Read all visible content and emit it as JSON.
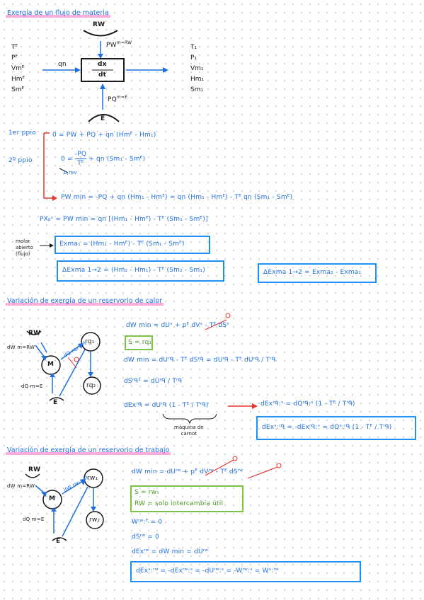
{
  "colors": {
    "ink": "#1a1a1a",
    "blue": "#1f6fe0",
    "box": "#1f8ef5",
    "green": "#7cc34a",
    "red": "#e8362b",
    "highlight": "#ff9ad2"
  },
  "s1": {
    "title": "Exergía de un flujo de materia",
    "rw": "RW",
    "w_in": "PW",
    "w_in_sup": "m=RW",
    "qn": "qn",
    "dxdt_top": "dx",
    "dxdt_bot": "dt",
    "e_label": "E",
    "pq_in": "PQ",
    "pq_in_sup": "m=E",
    "left_props": [
      "Tᴱ",
      "Pᴱ",
      "Vmᴱ",
      "Hmᴱ",
      "Smᴱ"
    ],
    "right_props": [
      "T₁",
      "P₁",
      "Vm₁",
      "Hm₁",
      "Sm₁"
    ],
    "ppio1_label": "1er ppio",
    "ppio2_label": "2º ppio",
    "eq1": "0 = PW  + PQ  + qn (Hmᴱ - Hm₁)",
    "eq2_a": "0 = -PQ / Tᴱ + qn (Sm₁ - Smᴱ)",
    "eq2_b": "+ qn (Sm₁ - Smᴱ)",
    "eq2_num": "-PQ",
    "eq2_den": "Tᴱ",
    "eq2_sub": "b,rev",
    "eq3": "PW min = -PQ  + qn (Hm₁ - Hmᴱ) = qn (Hm₁ - Hmᴱ) - Tᴱ qn (Sm₁ - Smᴱ)",
    "eq4": "PXᵦˢ = PW min = qn [(Hm₁ - Hmᴱ) - Tᴱ (Sm₁ - Smᴱ)]",
    "side_note": [
      "molar",
      "abierto",
      "(flujo)"
    ],
    "box1": "Exma₁ = (Hm₁ - Hmᴱ) - Tᴱ (Sm₁ - Smᴱ)",
    "box2": "ΔExma 1→2 = (Hm₂ - Hm₁) - Tᴱ (Sm₂ - Sm₁)",
    "box3": "ΔExma 1→2 = Exma₂ - Exma₁"
  },
  "s2": {
    "title": "Variación de exergía de un reservorio de calor",
    "rw": "RW",
    "m": "M",
    "rq1": "rq₁",
    "rq2": "rq₂",
    "e": "E",
    "dw_label": "dW m=RW",
    "dq_label": "dQ m=E",
    "mid_label": "dQ rq₁=M",
    "eq1": "dW min = dUˢ + pᴱ dVˢ - Tᴱ dSˢ",
    "green": "S = rq₁",
    "eq2": "dW min = dUʳᑫ - Tᴱ dSʳᑫ = dUʳᑫ - Tᴱ dUʳᑫ / Tʳᑫ",
    "eq3": "dSʳᑫ¹ = dUʳᑫ / Tʳᑫ",
    "eq4": "dExʳᑫ = dUʳᑫ (1 - Tᴱ / Tʳᑫ)",
    "under": [
      "máquina de",
      "carnot"
    ],
    "eq5": "dExʳᑫ:ˢ = dQʳᑫ:ˢ (1 - Tᴱ / Tʳᑫ)",
    "box": "dExˢ:ʳᑫ = -dExʳᑫ:ˢ = dQˢ:ʳᑫ (1 - Tᴱ / Tʳᑫ)"
  },
  "s3": {
    "title": "Variación de exergía de un reservorio de trabajo",
    "rw": "RW",
    "m": "M",
    "rw1": "rw₁",
    "rw2": "rw₂",
    "e": "E",
    "dw_label": "dW m=RW",
    "dq_label": "dQ m=E",
    "mid_label": "dW rw₁=M",
    "eq1": "dW min = dUʳʷ + pᴱ dVʳʷ - Tᴱ dSʳʷ",
    "green1": "S = rw₁",
    "green2": "RW = solo intercambia útil",
    "eq2": "Wʳʷ:ᴱ = 0",
    "eq3": "dSʳʷ = 0",
    "eq4": "dExʳʷ = dW min = dUʳʷ",
    "box": "dExˢ:ʳʷ = -dExʳʷ:ˢ = -dUʳʷ:ˢ = -Wʳʷ:ˢ = Wˢ:ʳʷ"
  }
}
